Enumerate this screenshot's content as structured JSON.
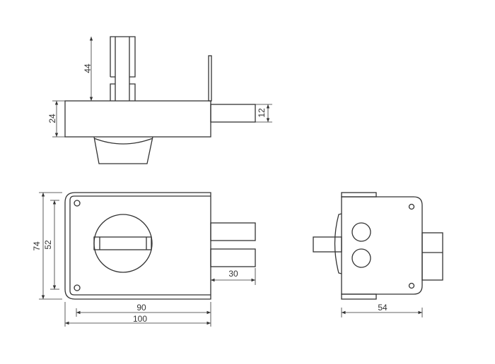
{
  "dimensions": {
    "top_view": {
      "cylinder_height": "44",
      "body_depth": "24",
      "bolt_height": "12"
    },
    "front_view": {
      "overall_height": "74",
      "hole_spacing": "52",
      "bolt_projection": "30",
      "inner_width": "90",
      "overall_width": "100"
    },
    "side_view": {
      "depth": "54"
    }
  }
}
